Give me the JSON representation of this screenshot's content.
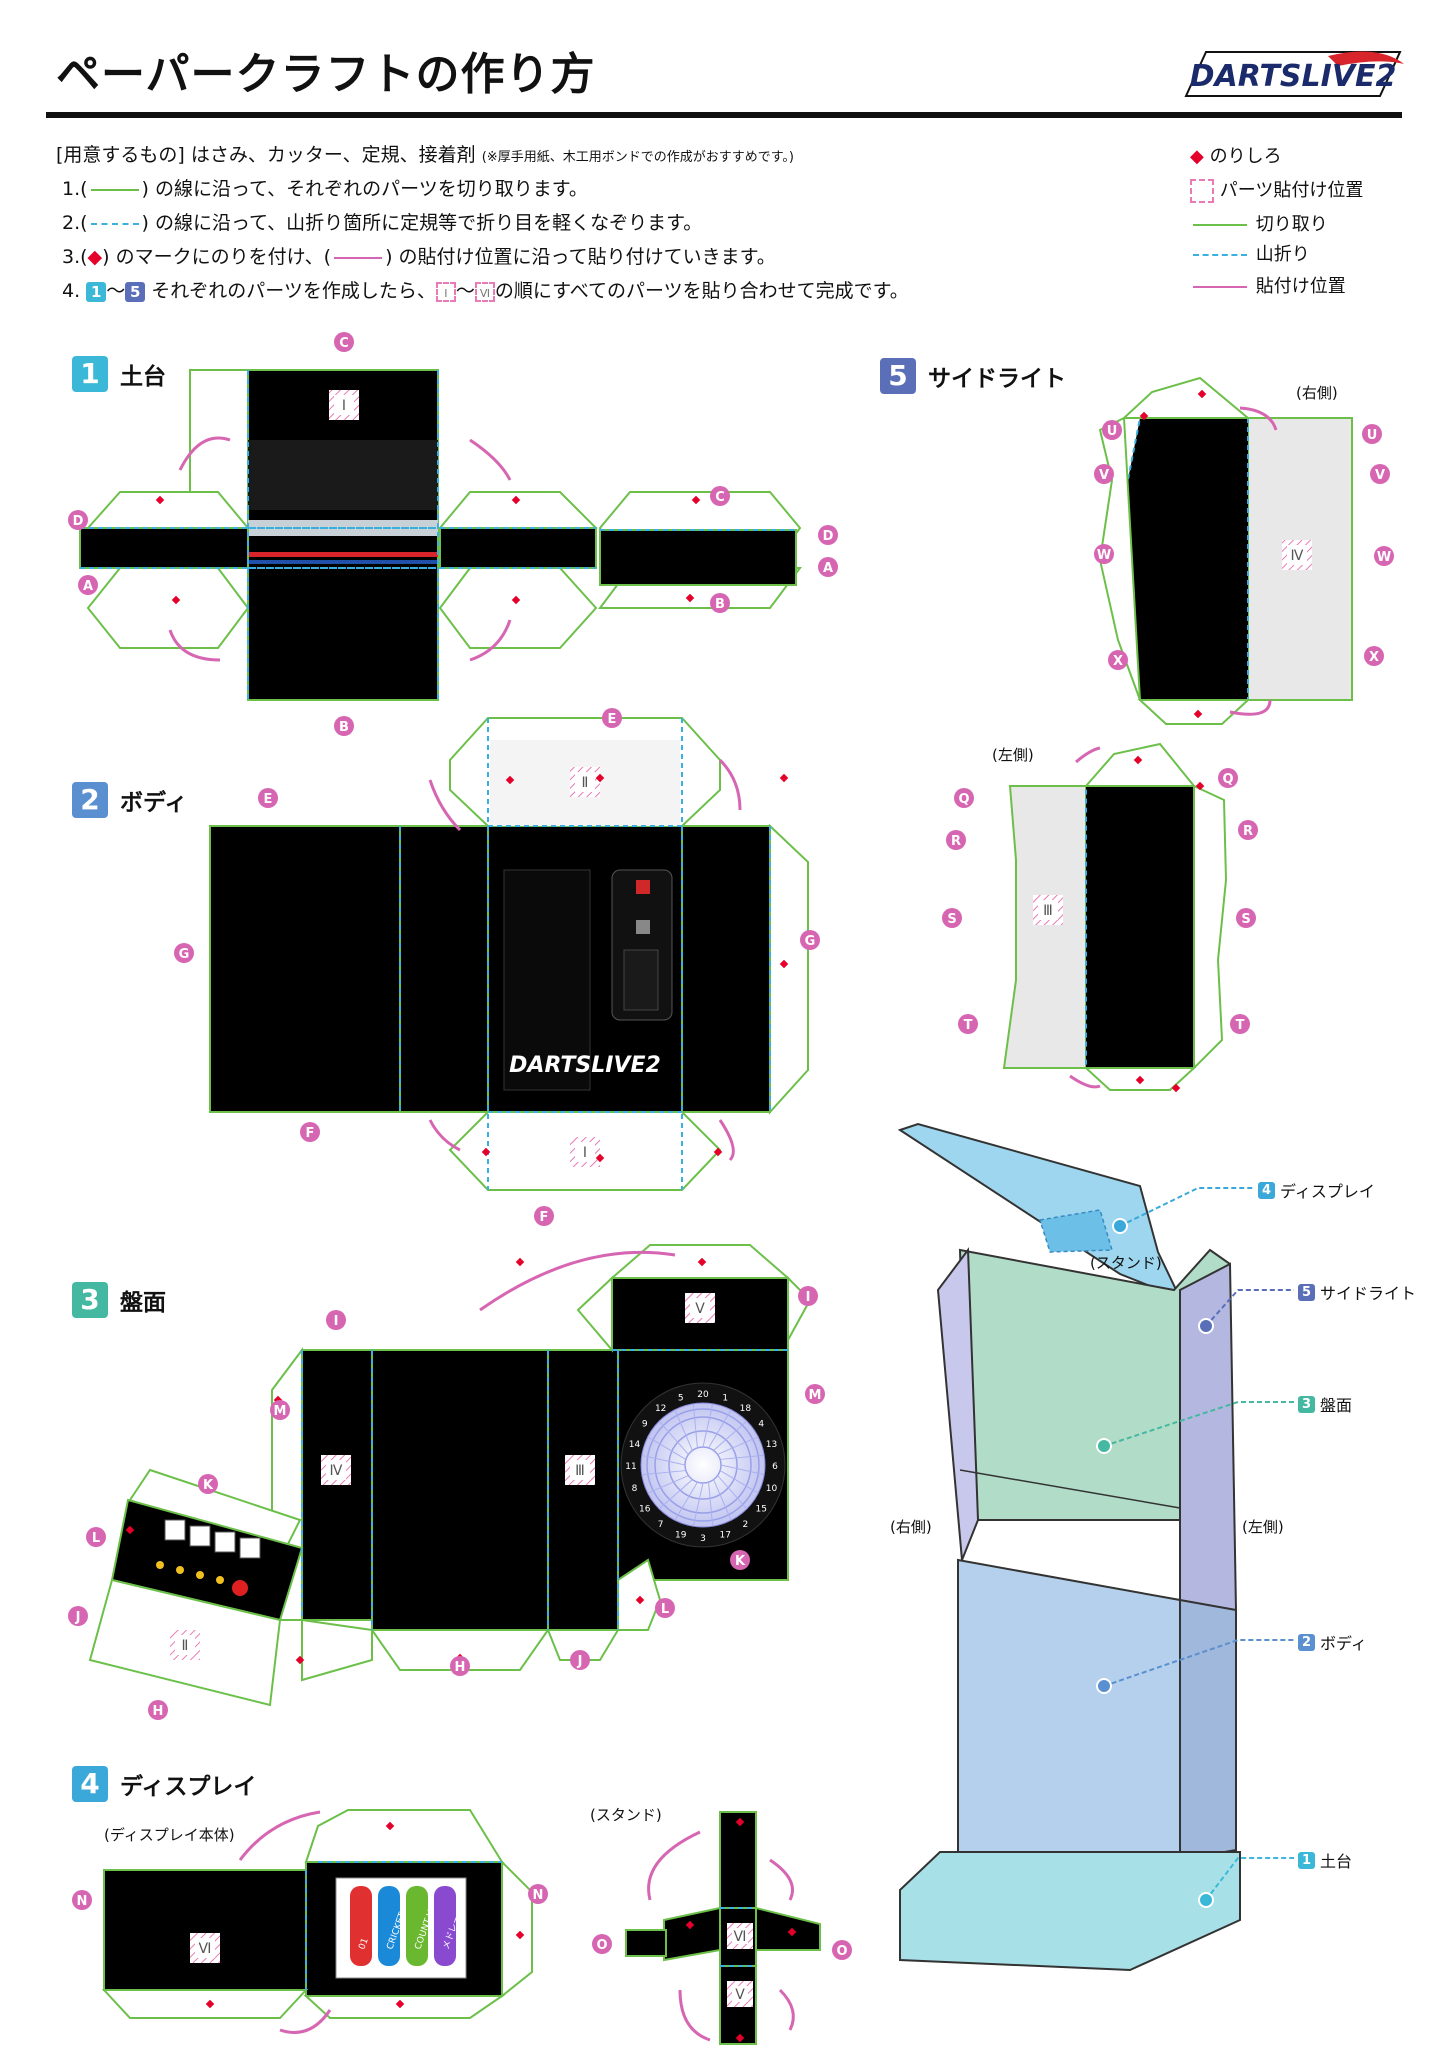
{
  "header": {
    "title": "ペーパークラフトの作り方",
    "logo_text": "DARTSLIVE2"
  },
  "instructions": {
    "materials_label": "[用意するもの]",
    "materials": "はさみ、カッター、定規、接着剤",
    "materials_note": "(※厚手用紙、木工用ボンドでの作成がおすすめです。)",
    "step1_num": "1.(",
    "step1": ") の線に沿って、それぞれのパーツを切り取ります。",
    "step2_num": "2.(",
    "step2": ") の線に沿って、山折り箇所に定規等で折り目を軽くなぞります。",
    "step3_num": "3.(",
    "step3_mid": ") のマークにのりを付け、(",
    "step3_end": ") の貼付け位置に沿って貼り付けていきます。",
    "step4_num": "4.",
    "step4_n1": "1",
    "step4_tilde": "～",
    "step4_n5": "5",
    "step4_mid": "それぞれのパーツを作成したら、",
    "step4_r1": "Ⅰ",
    "step4_r6": "Ⅵ",
    "step4_end": "の順にすべてのパーツを貼り合わせて完成です。",
    "diamond": "◆"
  },
  "legend": {
    "glue": "のりしろ",
    "parts_position": "パーツ貼付け位置",
    "cut": "切り取り",
    "mountain_fold": "山折り",
    "paste_position": "貼付け位置"
  },
  "sections": [
    {
      "num": "1",
      "title": "土台",
      "color": "#3bb8d8"
    },
    {
      "num": "2",
      "title": "ボディ",
      "color": "#5a8fd0"
    },
    {
      "num": "3",
      "title": "盤面",
      "color": "#44b8a0"
    },
    {
      "num": "4",
      "title": "ディスプレイ",
      "color": "#3aa8d8"
    },
    {
      "num": "5",
      "title": "サイドライト",
      "color": "#5a6fb8"
    }
  ],
  "sub_labels": {
    "right_side": "(右側)",
    "left_side": "(左側)",
    "display_body": "(ディスプレイ本体)",
    "stand": "(スタンド)"
  },
  "letters": [
    "A",
    "B",
    "C",
    "D",
    "E",
    "F",
    "G",
    "H",
    "I",
    "J",
    "K",
    "L",
    "M",
    "N",
    "O",
    "Q",
    "R",
    "S",
    "T",
    "U",
    "V",
    "W",
    "X"
  ],
  "roman": [
    "Ⅰ",
    "Ⅱ",
    "Ⅲ",
    "Ⅳ",
    "Ⅴ",
    "Ⅵ"
  ],
  "dart_numbers": [
    "20",
    "1",
    "18",
    "4",
    "13",
    "6",
    "10",
    "15",
    "2",
    "17",
    "3",
    "19",
    "7",
    "16",
    "8",
    "11",
    "14",
    "9",
    "12",
    "5"
  ],
  "display_screen": {
    "items": [
      "01",
      "CRICKET",
      "COUNT-UP",
      "メドレー"
    ]
  },
  "assembled": {
    "callouts": [
      {
        "num": "4",
        "label": "ディスプレイ",
        "color": "#3aa8d8"
      },
      {
        "num": "5",
        "label": "サイドライト",
        "color": "#5a6fb8"
      },
      {
        "num": "3",
        "label": "盤面",
        "color": "#44b8a0"
      },
      {
        "num": "2",
        "label": "ボディ",
        "color": "#5a8fd0"
      },
      {
        "num": "1",
        "label": "土台",
        "color": "#3bb8d8"
      }
    ],
    "stand_label": "(スタンド)",
    "right_side": "(右側)",
    "left_side": "(左側)"
  },
  "colors": {
    "cut": "#6cc04a",
    "fold": "#3ab0e0",
    "paste": "#d766b2",
    "glue": "#e4002b",
    "panel": "#000000"
  }
}
